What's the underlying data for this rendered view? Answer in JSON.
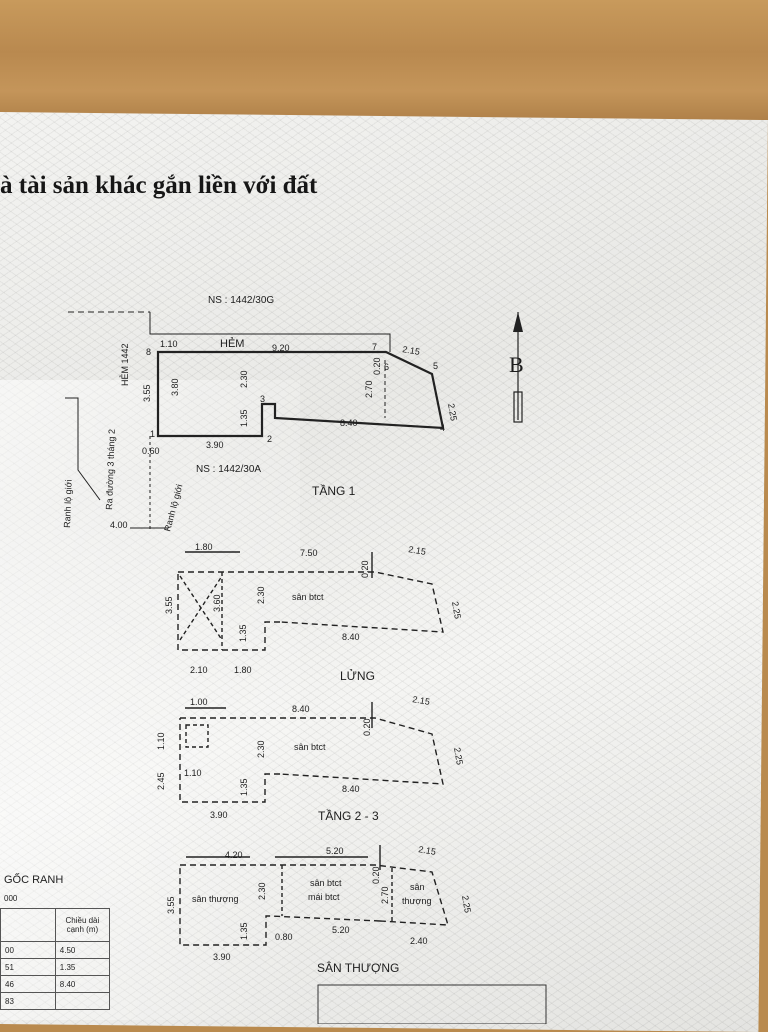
{
  "heading": "à tài sản khác gắn liền với đất",
  "north": "B",
  "neighbors": {
    "top": "NS : 1442/30G",
    "bottom": "NS : 1442/30A"
  },
  "ground": {
    "title": "TẦNG 1",
    "alley": "HẺM",
    "alley_side": "HẺM 1442",
    "road": "Ra đường 3 tháng 2",
    "setback_a": "Ranh lộ giới",
    "setback_b": "Ranh lộ giới",
    "dims": [
      "1.10",
      "9.20",
      "2.15",
      "3.55",
      "3.80",
      "2.30",
      "1.35",
      "0.20",
      "2.70",
      "2.25",
      "8.40",
      "3.90",
      "0.60",
      "4.00"
    ],
    "points": [
      "8",
      "7",
      "6",
      "5",
      "4",
      "3",
      "2",
      "1"
    ]
  },
  "mezz": {
    "title": "LỬNG",
    "room": "sân btct",
    "dims": [
      "1.80",
      "7.50",
      "2.15",
      "3.55",
      "3.60",
      "2.30",
      "1.35",
      "0.20",
      "2.25",
      "8.40",
      "2.10",
      "1.80"
    ]
  },
  "floor23": {
    "title": "TẦNG 2 - 3",
    "room": "sân btct",
    "dims": [
      "1.00",
      "8.40",
      "2.15",
      "1.10",
      "2.30",
      "0.20",
      "2.25",
      "2.45",
      "1.10",
      "1.35",
      "8.40",
      "3.90"
    ]
  },
  "roof": {
    "title": "SÂN THƯỢNG",
    "rooms": [
      "sân thượng",
      "sân btct",
      "mái btct",
      "sân",
      "thượng"
    ],
    "dims": [
      "4.20",
      "5.20",
      "2.15",
      "0.20",
      "3.55",
      "2.30",
      "2.70",
      "2.25",
      "1.35",
      "0.80",
      "5.20",
      "2.40",
      "3.90"
    ]
  },
  "legend": {
    "title": "GỐC RANH",
    "scale": "000",
    "col_header": "Chiều dài cạnh (m)",
    "left_col": [
      "00",
      "51",
      "46",
      "83"
    ],
    "values": [
      "4.50",
      "1.35",
      "8.40",
      ""
    ]
  }
}
